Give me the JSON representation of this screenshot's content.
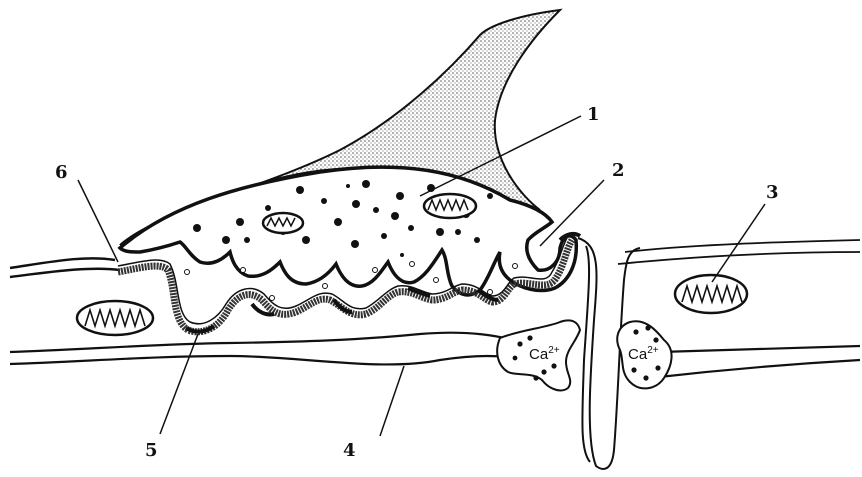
{
  "labels": {
    "l1": "1",
    "l2": "2",
    "l3": "3",
    "l4": "4",
    "l5": "5",
    "l6": "6"
  },
  "ions": {
    "left": {
      "base": "Ca",
      "sup": "2+"
    },
    "right": {
      "base": "Ca",
      "sup": "2+"
    }
  },
  "colors": {
    "ink": "#111111",
    "stipple": "#555555",
    "background": "#ffffff"
  }
}
